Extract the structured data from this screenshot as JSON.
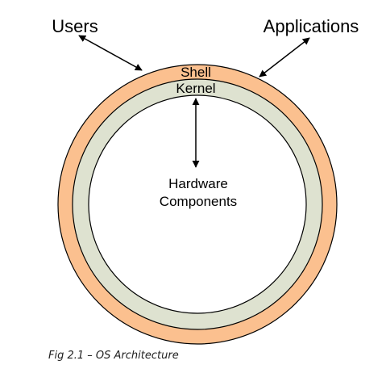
{
  "labels": {
    "users": "Users",
    "applications": "Applications",
    "shell": "Shell",
    "kernel": "Kernel",
    "hardware_line1": "Hardware",
    "hardware_line2": "Components"
  },
  "caption": "Fig 2.1 – OS Architecture",
  "colors": {
    "shell": "#fbc08f",
    "kernel": "#dee2d0",
    "core": "#ffffff",
    "outline": "#000000"
  }
}
